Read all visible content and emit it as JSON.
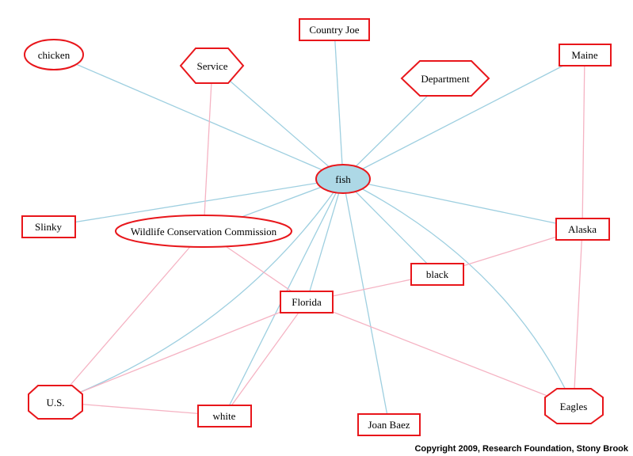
{
  "colors": {
    "node_stroke": "#e8161b",
    "center_fill": "#add8e6",
    "edge_blue": "#9ecfe0",
    "edge_pink": "#f5b3c3",
    "background": "#ffffff"
  },
  "nodes": {
    "fish": "fish",
    "chicken": "chicken",
    "service": "Service",
    "country_joe": "Country Joe",
    "department": "Department",
    "maine": "Maine",
    "slinky": "Slinky",
    "wildlife": "Wildlife Conservation Commission",
    "alaska": "Alaska",
    "black": "black",
    "florida": "Florida",
    "us": "U.S.",
    "white": "white",
    "joan_baez": "Joan Baez",
    "eagles": "Eagles"
  },
  "edges": [
    {
      "from": "fish",
      "to": "chicken",
      "type": "primary"
    },
    {
      "from": "fish",
      "to": "service",
      "type": "primary"
    },
    {
      "from": "fish",
      "to": "country_joe",
      "type": "primary"
    },
    {
      "from": "fish",
      "to": "department",
      "type": "primary"
    },
    {
      "from": "fish",
      "to": "maine",
      "type": "primary"
    },
    {
      "from": "fish",
      "to": "slinky",
      "type": "primary"
    },
    {
      "from": "fish",
      "to": "wildlife",
      "type": "primary"
    },
    {
      "from": "fish",
      "to": "alaska",
      "type": "primary"
    },
    {
      "from": "fish",
      "to": "black",
      "type": "primary"
    },
    {
      "from": "fish",
      "to": "florida",
      "type": "primary"
    },
    {
      "from": "fish",
      "to": "us",
      "type": "primary"
    },
    {
      "from": "fish",
      "to": "white",
      "type": "primary"
    },
    {
      "from": "fish",
      "to": "joan_baez",
      "type": "primary"
    },
    {
      "from": "fish",
      "to": "eagles",
      "type": "primary"
    },
    {
      "from": "service",
      "to": "wildlife",
      "type": "secondary"
    },
    {
      "from": "maine",
      "to": "alaska",
      "type": "secondary"
    },
    {
      "from": "wildlife",
      "to": "florida",
      "type": "secondary"
    },
    {
      "from": "wildlife",
      "to": "us",
      "type": "secondary"
    },
    {
      "from": "alaska",
      "to": "black",
      "type": "secondary"
    },
    {
      "from": "alaska",
      "to": "eagles",
      "type": "secondary"
    },
    {
      "from": "black",
      "to": "florida",
      "type": "secondary"
    },
    {
      "from": "florida",
      "to": "us",
      "type": "secondary"
    },
    {
      "from": "florida",
      "to": "white",
      "type": "secondary"
    },
    {
      "from": "florida",
      "to": "eagles",
      "type": "secondary"
    },
    {
      "from": "us",
      "to": "white",
      "type": "secondary"
    }
  ],
  "copyright": "Copyright 2009, Research Foundation, Stony Brook"
}
